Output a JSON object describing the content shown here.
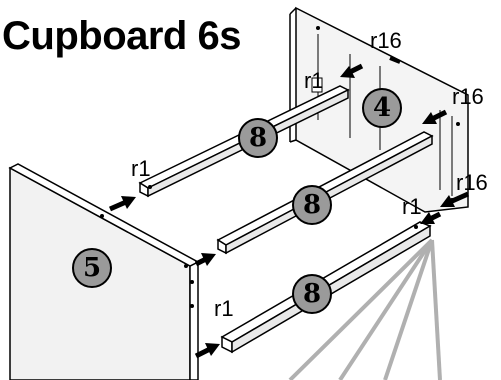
{
  "title": "Cupboard 6s",
  "part_badges": {
    "side_panel": "5",
    "back_panel": "4",
    "rail_top": "8",
    "rail_middle": "8",
    "rail_bottom": "8"
  },
  "fittings": {
    "r1_top_left": "r1",
    "r1_top_back": "r1",
    "r1_right": "r1",
    "r1_bottom": "r1",
    "r16_top": "r16",
    "r16_mid": "r16",
    "r16_low": "r16"
  },
  "colors": {
    "panel_fill": "#f2f2f2",
    "badge_fill": "#9a9a9a",
    "leader_line": "#b0b0b0",
    "ink": "#000000"
  }
}
